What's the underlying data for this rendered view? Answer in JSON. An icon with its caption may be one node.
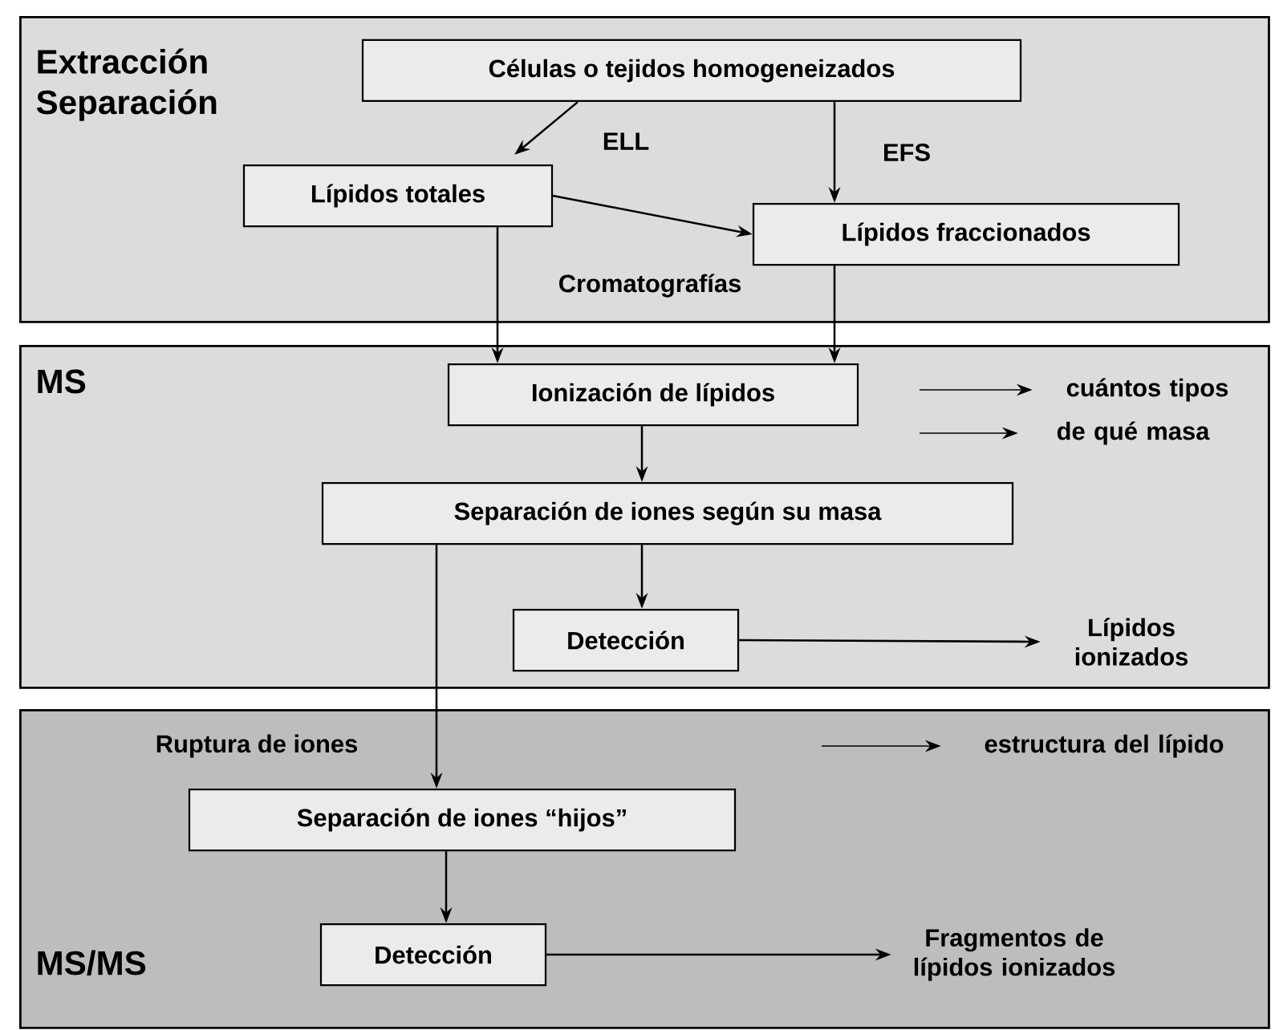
{
  "diagram": {
    "nodes": [
      {
        "text": [
          "Extracción Separación"
        ]
      },
      {
        "text": [
          "Células o tejidos homogeneizados"
        ],
        "in": 0
      },
      {
        "text": [
          "Lípidos totales"
        ],
        "in": 0
      },
      {
        "text": [
          "Lípidos fraccionados"
        ],
        "in": 0
      },
      {
        "text": [
          "MS"
        ]
      },
      {
        "text": [
          "Ionización de lípidos"
        ],
        "in": 4
      },
      {
        "text": [
          "Separación de iones según su masa"
        ],
        "in": 4
      },
      {
        "text": [
          "Detección"
        ],
        "in": 4
      },
      {
        "text": [
          "Lípidos ionizados"
        ],
        "in": 4
      },
      {
        "text": [
          "MS/MS"
        ]
      },
      {
        "text": [
          "Separación de iones “hijos”"
        ],
        "in": 9
      },
      {
        "text": [
          "Detección"
        ],
        "in": 9
      },
      {
        "text": [
          "Fragmentos de lípidos ionizados"
        ],
        "in": 9
      },
      {
        "text": [
          "cuántos tipos"
        ],
        "in": 4
      },
      {
        "text": [
          "de qué masa"
        ],
        "in": 4
      },
      {
        "text": [
          "estructura del lípido"
        ],
        "in": 9
      }
    ],
    "edges": [
      {
        "from": 1,
        "to": 2,
        "arrow": "to",
        "label": "ELL"
      },
      {
        "from": 1,
        "to": 3,
        "arrow": "to",
        "label": "EFS"
      },
      {
        "from": 2,
        "to": 3,
        "arrow": "to"
      },
      {
        "from": 2,
        "to": 5,
        "arrow": "to"
      },
      {
        "from": 3,
        "to": 5,
        "arrow": "to"
      },
      {
        "from": 5,
        "to": 6,
        "arrow": "to"
      },
      {
        "from": 6,
        "to": 7,
        "arrow": "to"
      },
      {
        "from": 7,
        "to": 8,
        "arrow": "to"
      },
      {
        "from": 6,
        "to": 10,
        "arrow": "to",
        "label": "Ruptura de iones"
      },
      {
        "from": 10,
        "to": 11,
        "arrow": "to"
      },
      {
        "from": 11,
        "to": 12,
        "arrow": "to"
      },
      {
        "from": null,
        "to": 13,
        "arrow": "to"
      },
      {
        "from": null,
        "to": 14,
        "arrow": "to"
      },
      {
        "from": null,
        "to": 15,
        "arrow": "to"
      }
    ],
    "labels": [
      "Cromatografías"
    ]
  }
}
